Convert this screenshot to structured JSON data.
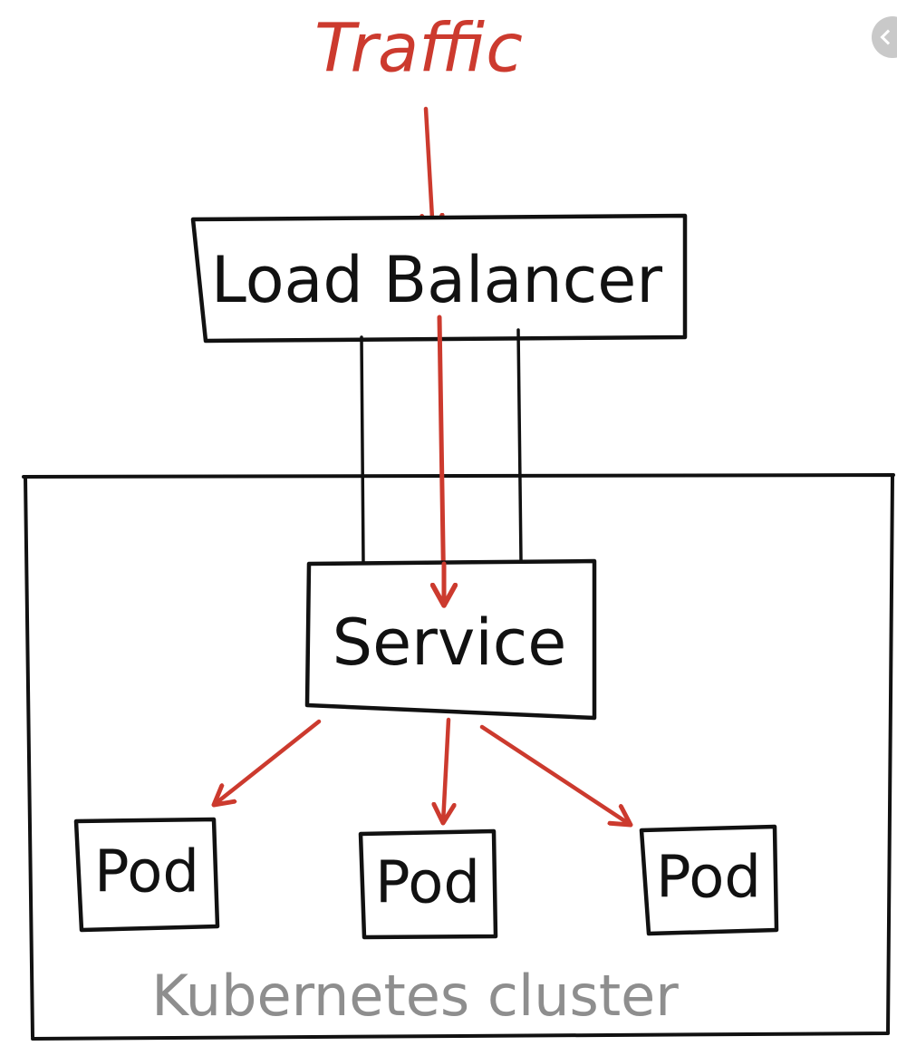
{
  "labels": {
    "traffic": "Traffic",
    "load_balancer": "Load Balancer",
    "service": "Service",
    "pod": "Pod",
    "cluster": "Kubernetes cluster"
  },
  "colors": {
    "ink": "#111111",
    "traffic_red": "#cc3a2e",
    "cluster_label_gray": "#8e8e8e",
    "corner_button": "#c9c9c9"
  },
  "icons": {
    "corner_button": "chevron-left-icon"
  }
}
